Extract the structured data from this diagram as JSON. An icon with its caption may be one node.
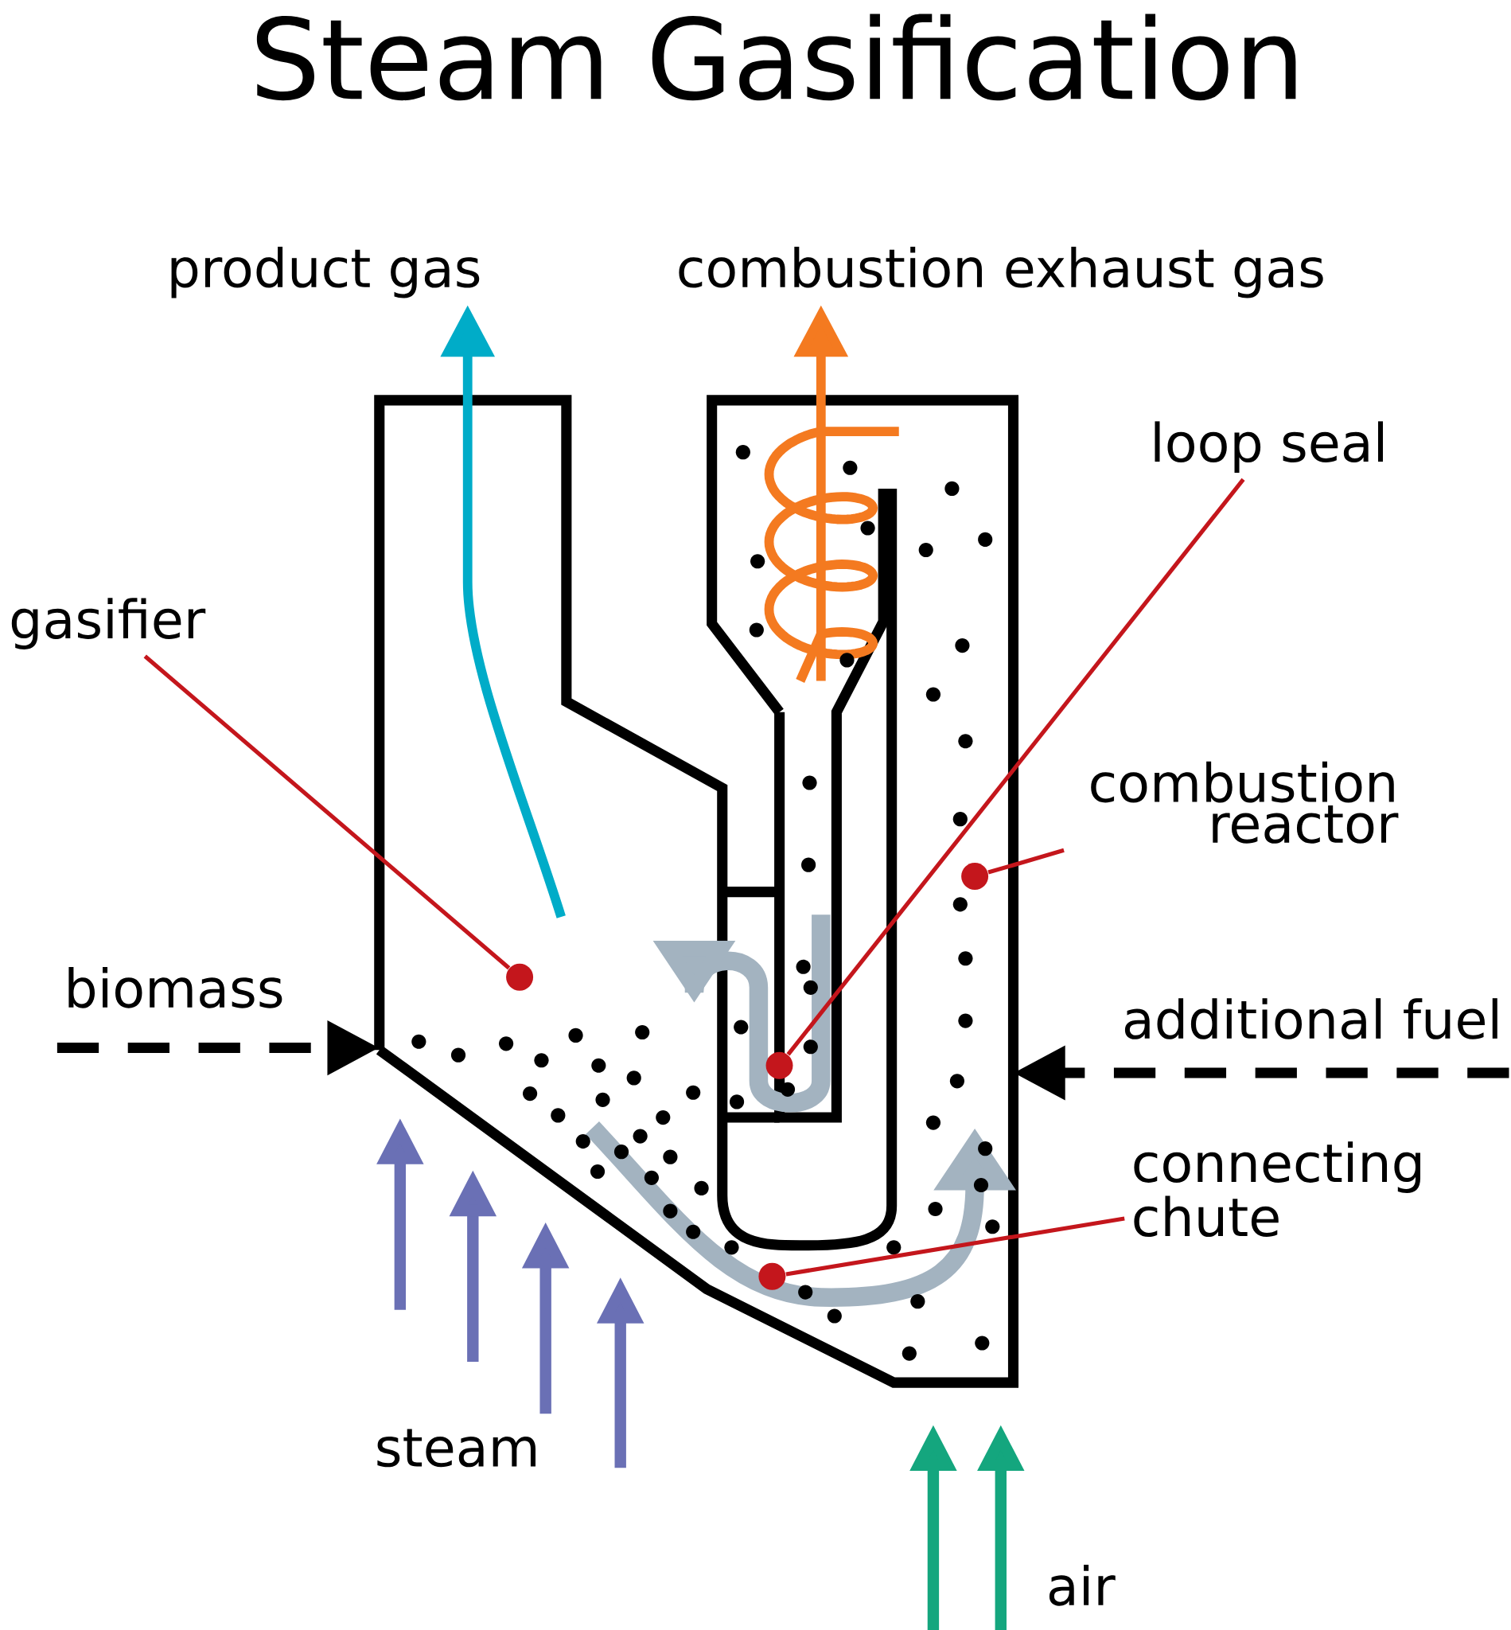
{
  "diagram": {
    "title": "Steam Gasification",
    "nodes": [
      {
        "text": [],
        "shape": "picture"
      },
      {
        "text": [
          "product gas"
        ]
      },
      {
        "text": [
          "combustion exhaust gas"
        ]
      },
      {
        "text": [
          "loop seal"
        ]
      },
      {
        "text": [
          "gasifier"
        ]
      },
      {
        "text": [
          "combustion reactor"
        ]
      },
      {
        "text": [
          "biomass"
        ]
      },
      {
        "text": [
          "additional fuel"
        ]
      },
      {
        "text": [
          "connecting chute"
        ]
      },
      {
        "text": [],
        "shape": "circle",
        "in": 0
      },
      {
        "text": [],
        "shape": "circle",
        "in": 0
      },
      {
        "text": [],
        "shape": "circle",
        "in": 0
      },
      {
        "text": [],
        "shape": "circle",
        "in": 0
      }
    ],
    "edges": [
      {
        "from": null,
        "to": 1,
        "arrow": "to",
        "style": "thick",
        "color": "#00acc8"
      },
      {
        "from": null,
        "to": 2,
        "arrow": "to",
        "style": "thick",
        "color": "#f47a20"
      },
      {
        "from": 6,
        "to": 0,
        "arrow": "to",
        "style": "dashed",
        "color": "#000000"
      },
      {
        "from": 7,
        "to": 0,
        "arrow": "to",
        "style": "dashed",
        "color": "#000000"
      },
      {
        "from": 4,
        "to": 9,
        "arrow": "none",
        "color": "#c4161c"
      },
      {
        "from": 3,
        "to": 10,
        "arrow": "none",
        "color": "#c4161c"
      },
      {
        "from": 5,
        "to": 11,
        "arrow": "none",
        "color": "#c4161c"
      },
      {
        "from": 8,
        "to": 12,
        "arrow": "none",
        "color": "#c4161c"
      }
    ],
    "labels": [
      "steam",
      "air"
    ]
  }
}
